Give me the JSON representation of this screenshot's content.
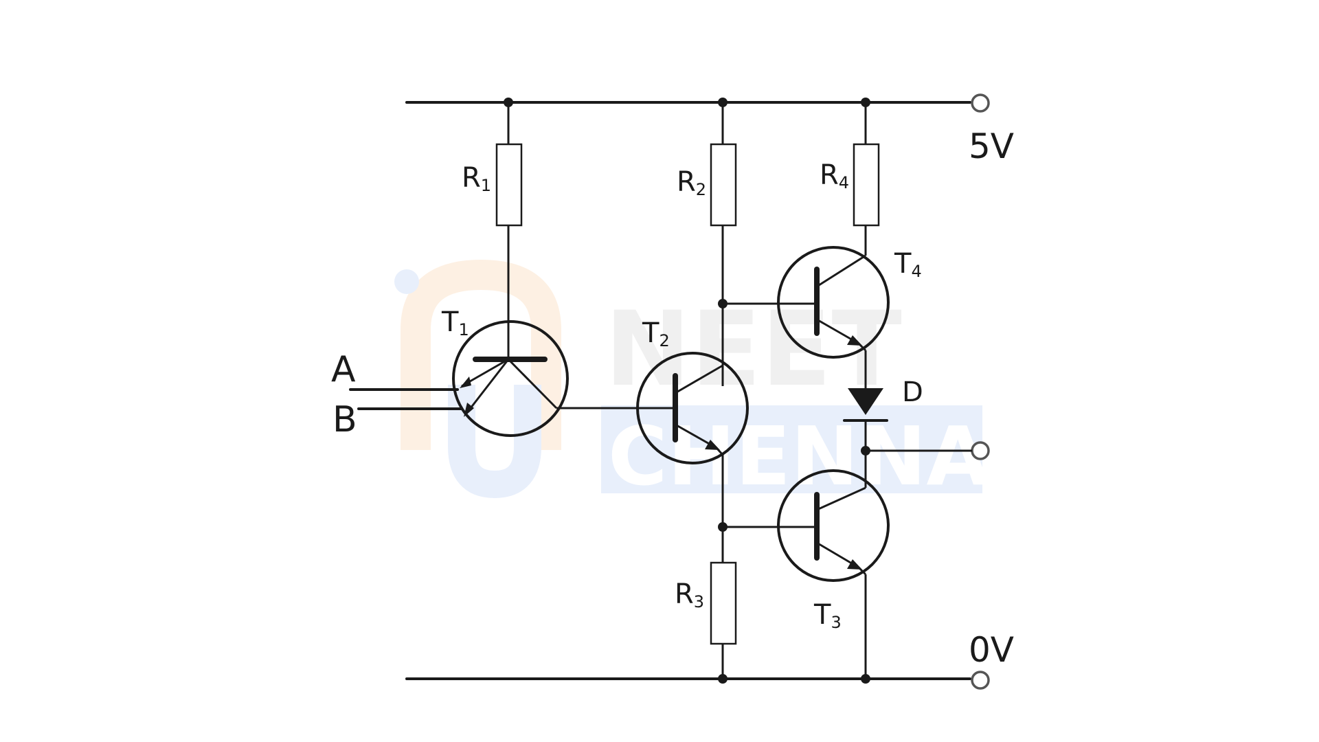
{
  "components": {
    "resistors": [
      {
        "id": "r1",
        "label": "R",
        "sub": "1"
      },
      {
        "id": "r2",
        "label": "R",
        "sub": "2"
      },
      {
        "id": "r3",
        "label": "R",
        "sub": "3"
      },
      {
        "id": "r4",
        "label": "R",
        "sub": "4"
      }
    ],
    "transistors": [
      {
        "id": "t1",
        "label": "T",
        "sub": "1"
      },
      {
        "id": "t2",
        "label": "T",
        "sub": "2"
      },
      {
        "id": "t3",
        "label": "T",
        "sub": "3"
      },
      {
        "id": "t4",
        "label": "T",
        "sub": "4"
      }
    ],
    "diode": {
      "label": "D"
    }
  },
  "inputs": {
    "a": "A",
    "b": "B"
  },
  "rails": {
    "top": "5V",
    "bottom": "0V"
  },
  "watermark": {
    "line1": "NEET",
    "line2": "CHENNAI"
  },
  "colors": {
    "line": "#1a1a1a",
    "terminal": "#555555",
    "watermark_orange": "#fdf0e3",
    "watermark_blue": "#e8effb",
    "watermark_grey": "#f0f0f0"
  }
}
